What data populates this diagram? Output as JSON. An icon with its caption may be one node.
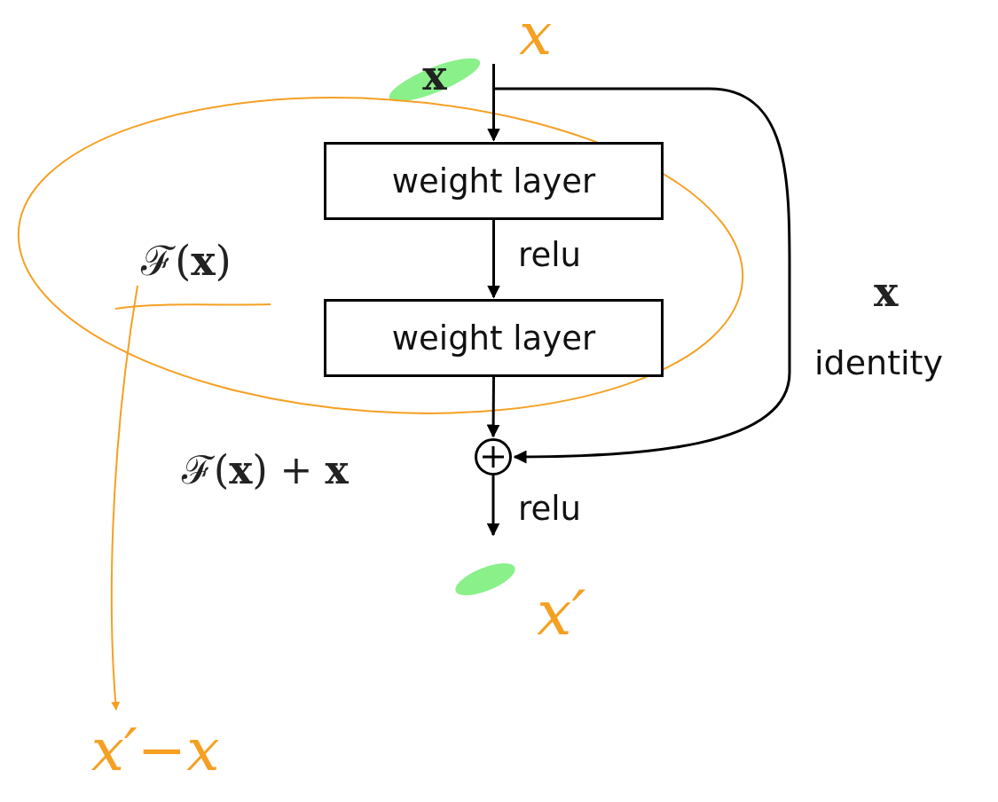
{
  "diagram": {
    "nodes": [
      {
        "text": [
          "x"
        ]
      },
      {
        "text": [
          "ℱ(**x**)"
        ]
      },
      {
        "text": [
          "weight layer"
        ]
      },
      {
        "text": [
          "weight layer"
        ]
      },
      {
        "text": [],
        "shape": "circle"
      },
      {
        "text": [
          "x′−x"
        ]
      }
    ],
    "edges": [
      {
        "from": 0,
        "to": 2,
        "arrow": "to"
      },
      {
        "from": 2,
        "to": 3,
        "arrow": "to",
        "label": "relu"
      },
      {
        "from": 3,
        "to": 4,
        "arrow": "to"
      },
      {
        "from": 0,
        "to": 4,
        "arrow": "to"
      },
      {
        "from": 4,
        "to": null,
        "arrow": "to",
        "label": "relu"
      },
      {
        "from": 1,
        "to": 5,
        "arrow": "to",
        "color": "#f5a023"
      }
    ],
    "labels": [
      "x",
      "x",
      "identity",
      "ℱ(**x**) + **x**",
      "x′"
    ]
  }
}
